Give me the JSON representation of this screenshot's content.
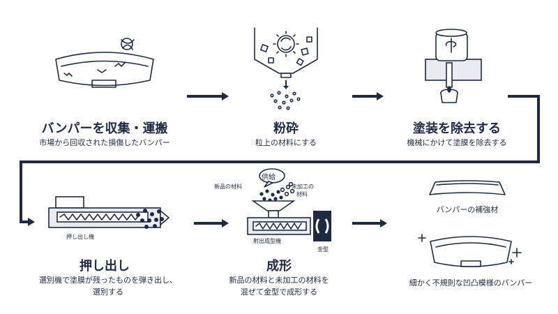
{
  "steps": [
    {
      "title": "バンパーを収集・運搬",
      "desc": "市場から回収された損傷したバンパー"
    },
    {
      "title": "粉砕",
      "desc": "粒上の材料にする"
    },
    {
      "title": "塗装を除去する",
      "desc": "機械にかけて塗膜を除去する"
    },
    {
      "title": "押し出し",
      "desc_lines": [
        "選別機で塗膜が残ったものを弾き出し、",
        "選別する"
      ]
    },
    {
      "title": "成形",
      "desc_lines": [
        "新品の材料と未加工の材料を",
        "混ぜて金型で成形する"
      ]
    }
  ],
  "labels": {
    "extruder": "押し出し機",
    "supply": "供給",
    "new_material": "新品の材料",
    "raw_material_l1": "未加工の",
    "raw_material_l2": "材料",
    "injection_machine": "射出成型機",
    "mold": "金型",
    "reinforcement": "バンパーの補強材",
    "patterned_bumper": "細かく不規則な凹凸模様のバンパー"
  },
  "colors": {
    "ink": "#1e2a44",
    "panel": "#e8ecf1"
  }
}
